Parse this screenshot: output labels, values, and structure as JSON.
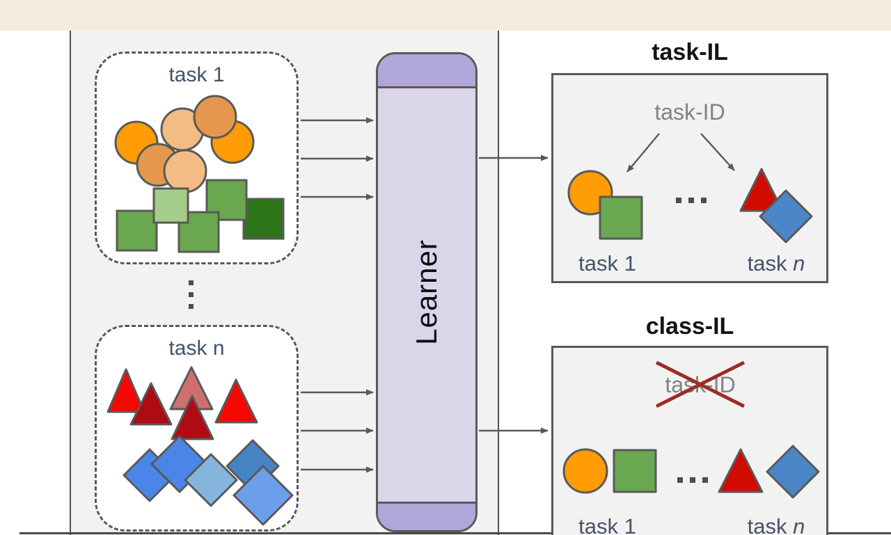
{
  "left_panel": {
    "task1_label": "task 1",
    "taskn_label": "task n",
    "task1_shapes": [
      {
        "type": "circle",
        "color": "#ff9c06"
      },
      {
        "type": "circle",
        "color": "#f4bc85"
      },
      {
        "type": "circle",
        "color": "#e5984d"
      },
      {
        "type": "square",
        "color": "#6aa84f"
      },
      {
        "type": "square",
        "color": "#a5cd8a"
      },
      {
        "type": "square",
        "color": "#2e7519"
      }
    ],
    "taskn_shapes": [
      {
        "type": "triangle",
        "color": "#f50801"
      },
      {
        "type": "triangle",
        "color": "#ae0b12"
      },
      {
        "type": "triangle",
        "color": "#d06f6f"
      },
      {
        "type": "diamond",
        "color": "#4a86e8"
      },
      {
        "type": "diamond",
        "color": "#85b4dc"
      },
      {
        "type": "diamond",
        "color": "#4583c4"
      },
      {
        "type": "diamond",
        "color": "#6d9eeb"
      }
    ]
  },
  "learner": {
    "label": "Learner",
    "body_color": "#dbd5ea",
    "cap_color": "#b0a6d8"
  },
  "task_il": {
    "title": "task-IL",
    "task_id": "task-ID",
    "bottom_left_label": "task 1",
    "bottom_right_prefix": "task ",
    "bottom_right_italic": "n",
    "shapes": [
      {
        "type": "circle",
        "color": "#ff9c06"
      },
      {
        "type": "square",
        "color": "#6aa84f"
      },
      {
        "type": "triangle",
        "color": "#d20b00"
      },
      {
        "type": "diamond",
        "color": "#4a86c8"
      }
    ]
  },
  "class_il": {
    "title": "class-IL",
    "task_id": "task-ID",
    "task_id_crossed_out": true,
    "cross_color": "#9e2b25",
    "bottom_left_label": "task 1",
    "bottom_right_prefix": "task ",
    "bottom_right_italic": "n",
    "shapes": [
      {
        "type": "circle",
        "color": "#ff9c06"
      },
      {
        "type": "square",
        "color": "#6aa84f"
      },
      {
        "type": "triangle",
        "color": "#d20b00"
      },
      {
        "type": "diamond",
        "color": "#4a86c8"
      }
    ]
  },
  "palette": {
    "top_band": "#f5ebe0",
    "panel_gray": "#f2f2f2",
    "outline": "#595959",
    "label_blue_gray": "#42526b",
    "muted_label": "#828282",
    "background": "#ffffff"
  }
}
